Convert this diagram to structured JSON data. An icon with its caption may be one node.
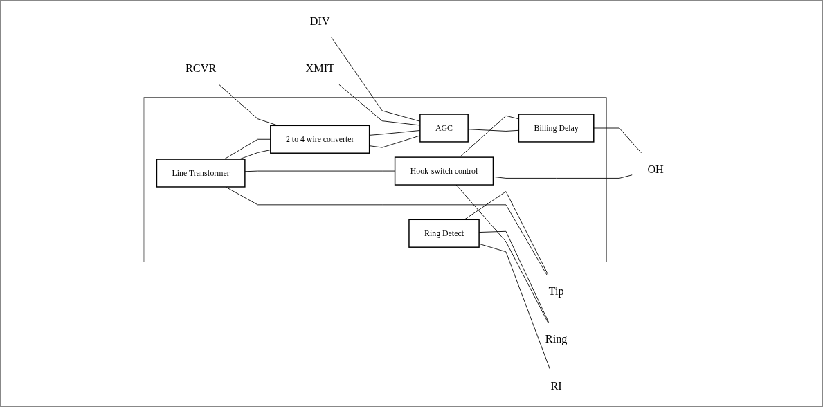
{
  "diagram": {
    "nodes": [
      {
        "text": [],
        "shape": "box"
      },
      {
        "text": [
          "Line Transformer"
        ],
        "in": 0
      },
      {
        "text": [
          "2 to 4 wire converter"
        ],
        "in": 0
      },
      {
        "text": [
          "AGC"
        ],
        "in": 0
      },
      {
        "text": [
          "Hook-switch control"
        ],
        "in": 0
      },
      {
        "text": [
          "Billing Delay"
        ],
        "in": 0
      },
      {
        "text": [
          "Ring Detect"
        ],
        "in": 0
      },
      {
        "text": [
          "Tip"
        ]
      },
      {
        "text": [
          "Ring"
        ]
      },
      {
        "text": [
          "RI"
        ]
      },
      {
        "text": [
          "OH"
        ]
      },
      {
        "text": [
          "RCVR"
        ]
      },
      {
        "text": [
          "XMIT"
        ]
      },
      {
        "text": [
          "DIV"
        ]
      }
    ],
    "edges": [
      {
        "from": 1,
        "to": 7,
        "arrow": "none"
      },
      {
        "from": 1,
        "to": 4,
        "arrow": "none"
      },
      {
        "from": 4,
        "to": 8,
        "arrow": "none"
      },
      {
        "from": 6,
        "to": 7,
        "arrow": "none"
      },
      {
        "from": 6,
        "to": 8,
        "arrow": "none"
      },
      {
        "from": 6,
        "to": 9,
        "arrow": "none"
      },
      {
        "from": 1,
        "to": 2,
        "arrow": "none"
      },
      {
        "from": 1,
        "to": 2,
        "arrow": "none"
      },
      {
        "from": 11,
        "to": 2,
        "arrow": "none"
      },
      {
        "from": 2,
        "to": 3,
        "arrow": "none"
      },
      {
        "from": 2,
        "to": 3,
        "arrow": "none"
      },
      {
        "from": 12,
        "to": 3,
        "arrow": "none"
      },
      {
        "from": 13,
        "to": 3,
        "arrow": "none"
      },
      {
        "from": 3,
        "to": 5,
        "arrow": "none"
      },
      {
        "from": 4,
        "to": 5,
        "arrow": "none"
      },
      {
        "from": 4,
        "to": 10,
        "arrow": "none"
      },
      {
        "from": 5,
        "to": 10,
        "arrow": "none"
      }
    ]
  }
}
